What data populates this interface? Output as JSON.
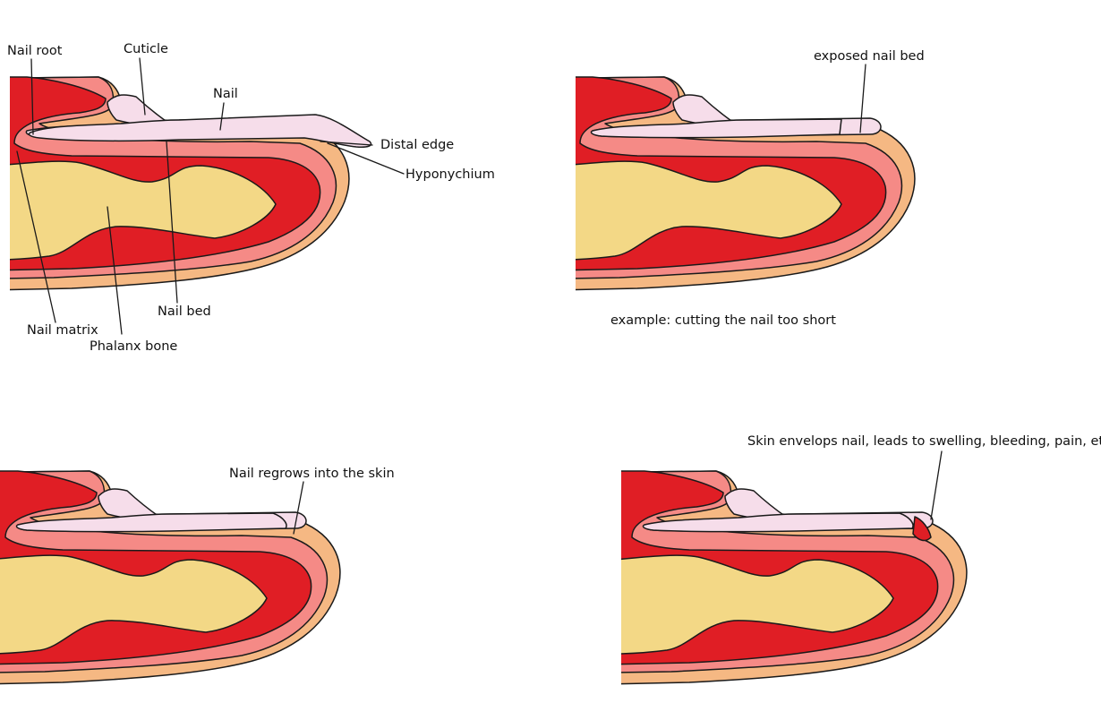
{
  "colors": {
    "skin": "#F5B883",
    "dermis": "#F58A86",
    "tissue": "#E01E25",
    "bone": "#F3D886",
    "nail": "#F6DDEA",
    "outline": "#1a1a1a",
    "background": "#ffffff"
  },
  "panels": [
    {
      "key": "anatomy",
      "labels": {
        "nail_root": "Nail root",
        "cuticle": "Cuticle",
        "nail": "Nail",
        "distal_edge": "Distal edge",
        "hyponychium": "Hyponychium",
        "nail_bed": "Nail bed",
        "nail_matrix": "Nail matrix",
        "phalanx_bone": "Phalanx bone"
      }
    },
    {
      "key": "cut-short",
      "labels": {
        "exposed_nail_bed": "exposed nail bed",
        "caption": "example: cutting the nail too short"
      }
    },
    {
      "key": "regrowth",
      "labels": {
        "regrowth": "Nail regrows into the skin"
      }
    },
    {
      "key": "ingrown",
      "labels": {
        "ingrown": "Skin envelops nail, leads to swelling, bleeding, pain, etc."
      }
    }
  ]
}
